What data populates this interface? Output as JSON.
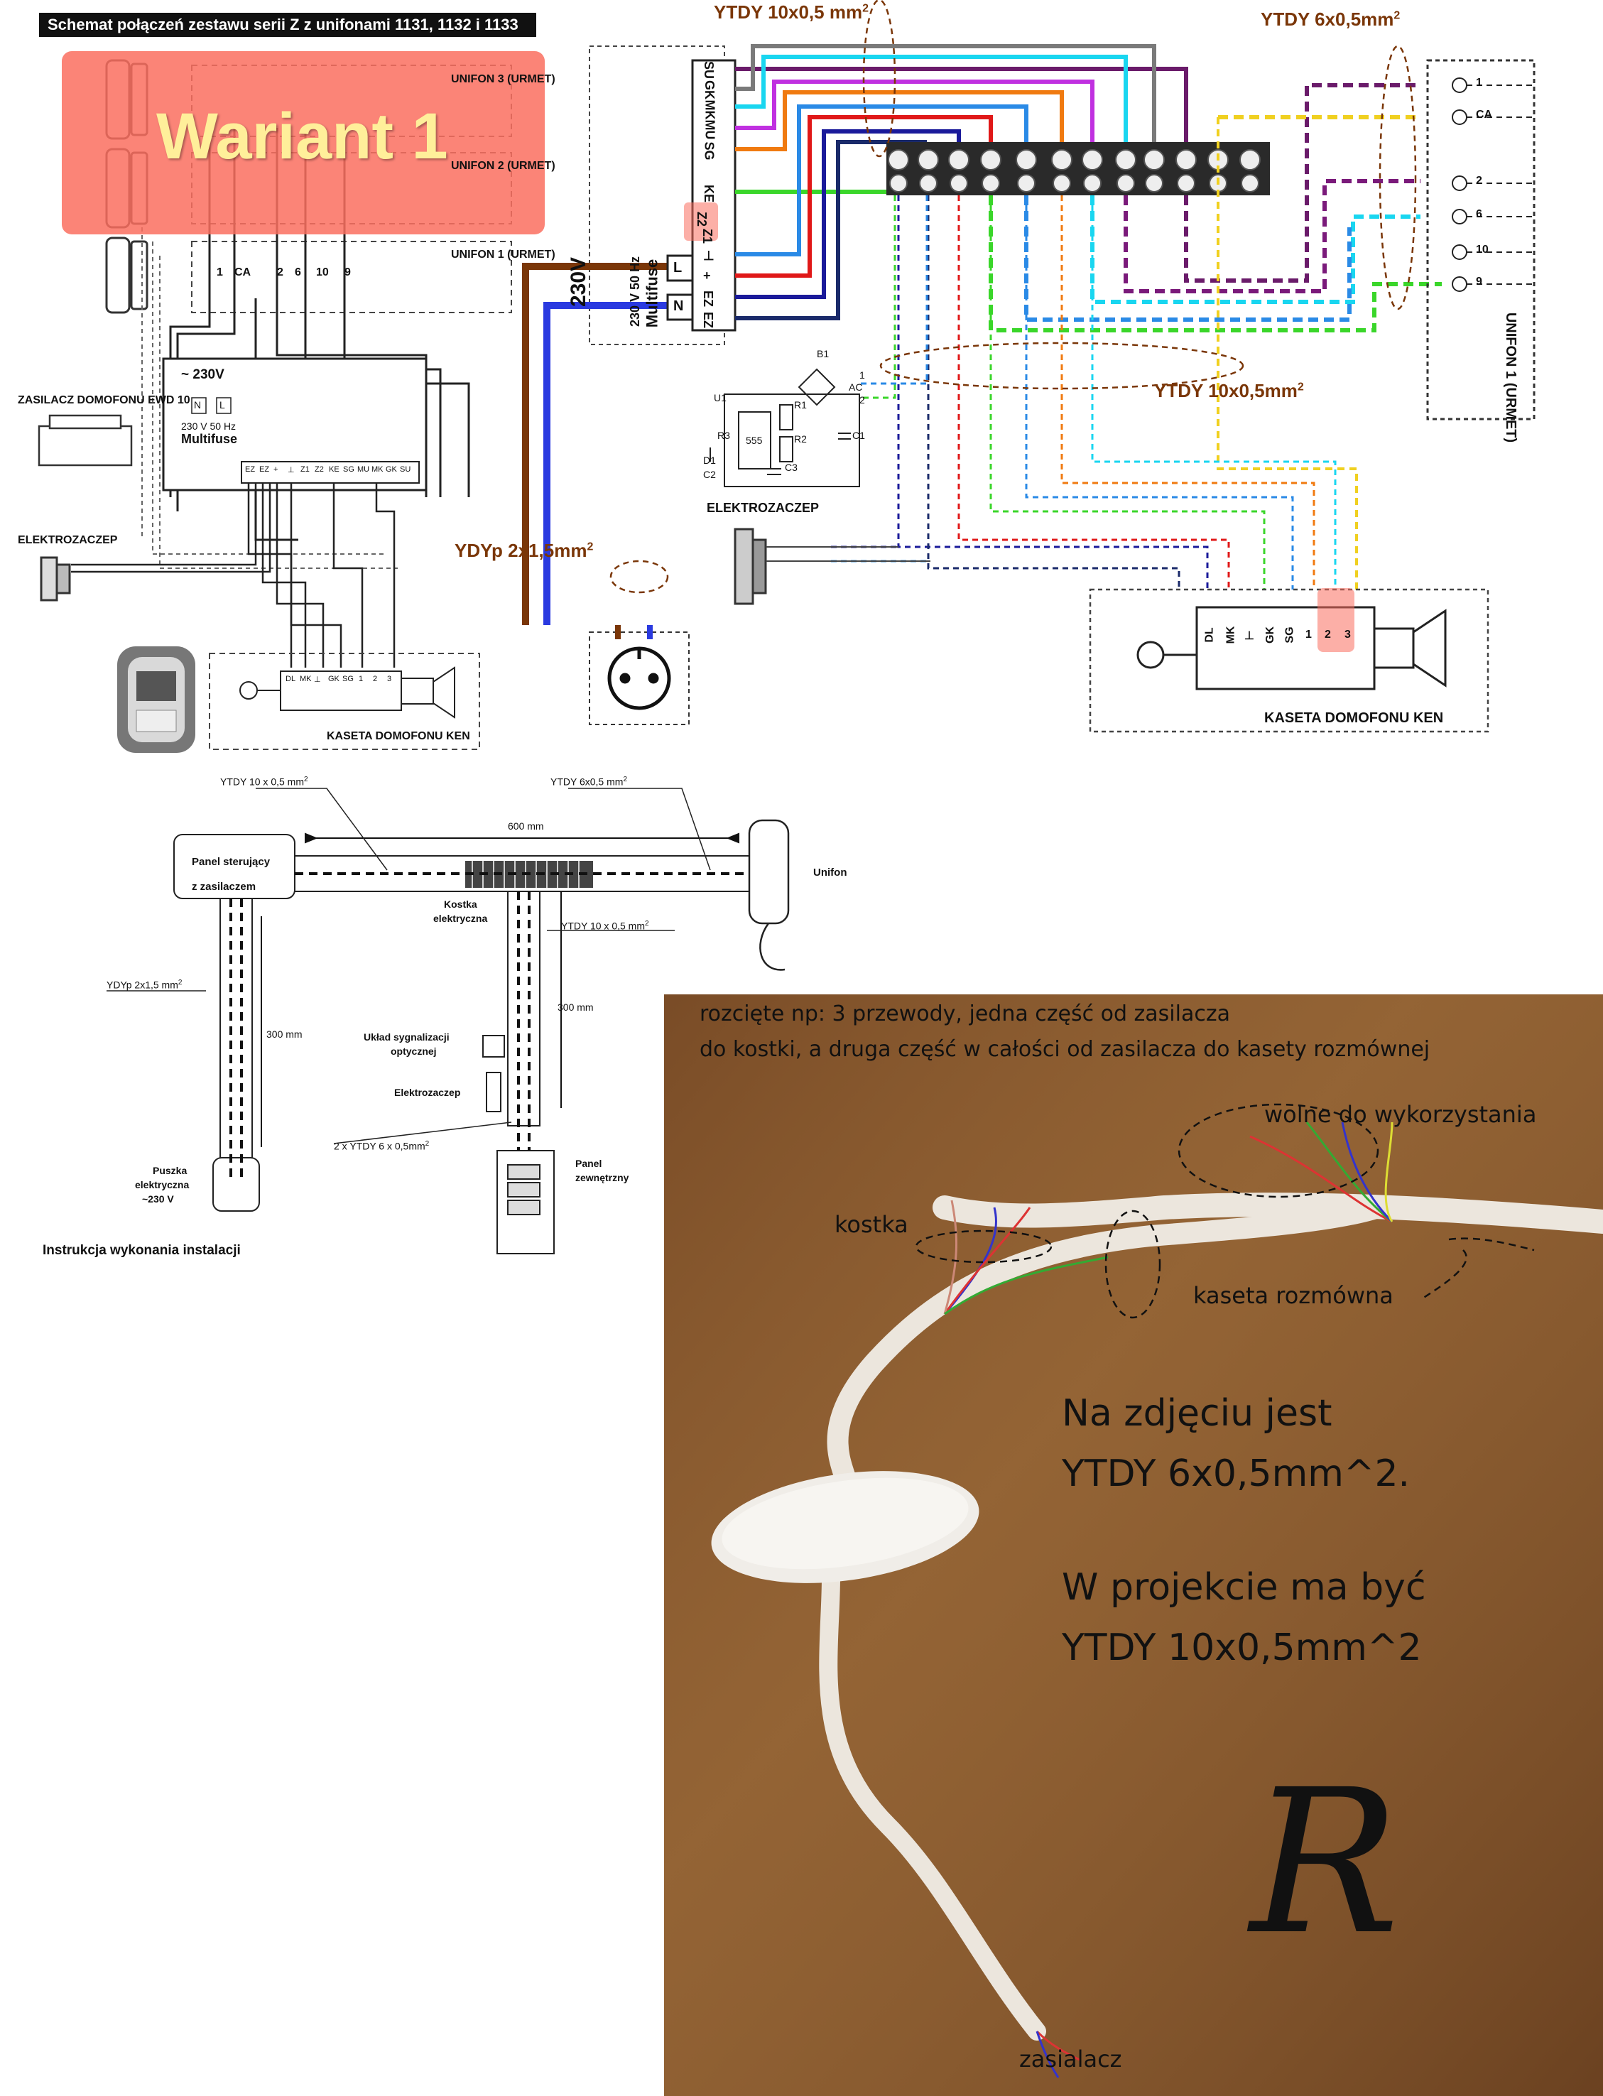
{
  "top_left": {
    "title": "Schemat połączeń zestawu serii Z z unifonami 1131, 1132 i 1133",
    "variant_label": "Wariant 1",
    "unifon3": "UNIFON 3 (URMET)",
    "unifon2": "UNIFON 2 (URMET)",
    "unifon1": "UNIFON 1 (URMET)",
    "terminal_labels": [
      "1",
      "CA",
      "2",
      "6",
      "10",
      "9"
    ],
    "zasilacz": "ZASILACZ DOMOFONU EWD 10",
    "power_tilde": "~ 230V",
    "power_nl": [
      "N",
      "L"
    ],
    "power_spec": "230 V 50 Hz",
    "power_multifuse": "Multifuse",
    "supply_terminals": [
      "EZ",
      "EZ",
      "+",
      "⊥",
      "Z1",
      "Z2",
      "KE",
      "SG",
      "MU",
      "MK",
      "GK",
      "SU"
    ],
    "elektrozaczep": "ELEKTROZACZEP",
    "kaseta": "KASETA DOMOFONU KEN",
    "kaseta_terminals": [
      "DL",
      "MK",
      "⊥",
      "GK",
      "SG",
      "1",
      "2",
      "3"
    ]
  },
  "top_right": {
    "ytdy10_top": "YTDY 10x0,5 mm",
    "ytdy6": "YTDY 6x0,5mm",
    "ytdy10_mid": "YTDY 10x0,5mm",
    "ydyp": "YDYp 2x1,5mm",
    "superscript": "2",
    "supply_terminals": [
      "SU",
      "GK",
      "MK",
      "MU",
      "SG",
      "KE",
      "Z2",
      "Z1",
      "⊥",
      "+",
      "EZ",
      "EZ"
    ],
    "supply_230": "230V",
    "supply_nl": [
      "L",
      "N"
    ],
    "supply_spec": "230 V 50 Hz",
    "supply_multifuse": "Multifuse",
    "unifon1": "UNIFON 1 (URMET)",
    "unifon_terminals": [
      "1",
      "CA",
      "2",
      "6",
      "10",
      "9"
    ],
    "elektrozaczep": "ELEKTROZACZEP",
    "circuit_labels": [
      "B1",
      "U1",
      "R1",
      "R2",
      "R3",
      "C1",
      "C2",
      "C3",
      "D1",
      "555",
      "AC",
      "1",
      "2"
    ],
    "kaseta": "KASETA DOMOFONU KEN",
    "kaseta_terminals": [
      "DL",
      "MK",
      "⊥",
      "GK",
      "SG",
      "1",
      "2",
      "3"
    ]
  },
  "install": {
    "ytdy10_top": "YTDY 10 x 0,5 mm",
    "ytdy6_top": "YTDY 6x0,5 mm",
    "superscript": "2",
    "distance_600": "600 mm",
    "panel_line1": "Panel sterujący",
    "panel_line2": "z zasilaczem",
    "kostka_line1": "Kostka",
    "kostka_line2": "elektryczna",
    "unifon": "Unifon",
    "ytdy10_mid": "YTDY 10 x 0,5 mm",
    "ydyp": "YDYp 2x1,5 mm",
    "distance_300_left": "300 mm",
    "distance_300_right": "300 mm",
    "uklad_line1": "Układ sygnalizacji",
    "uklad_line2": "optycznej",
    "elektrozaczep": "Elektrozaczep",
    "ytdy6_bottom": "2 x YTDY   6 x 0,5mm",
    "puszka_line1": "Puszka",
    "puszka_line2": "elektryczna",
    "puszka_line3": "~230 V",
    "panel_zew_line1": "Panel",
    "panel_zew_line2": "zewnętrzny",
    "caption": "Instrukcja wykonania instalacji"
  },
  "photo": {
    "note_line1": "rozcięte np: 3 przewody, jedna część od zasilacza",
    "note_line2": "do kostki, a druga część w całości od zasilacza do kasety rozmównej",
    "wolne": "wolne do wykorzystania",
    "kostka": "kostka",
    "kaseta": "kaseta rozmówna",
    "big_line1": "Na zdjęciu jest",
    "big_line2": "YTDY 6x0,5mm^2.",
    "big_line3": "W projekcie ma być",
    "big_line4": "YTDY 10x0,5mm^2",
    "zasilacz": "zasialacz",
    "monogram": "R"
  },
  "wire_colors": {
    "SU": "#6a1b6a",
    "GK": "#7a7a7a",
    "MK": "#19d6f0",
    "MU": "#c030e0",
    "SG": "#f07a10",
    "KE": "#3ad62a",
    "Z1": "#2a8ae6",
    "plus": "#e01818",
    "EZ1": "#1a1a9a",
    "EZ2": "#1a2a6a",
    "brown": "#7a3608",
    "blue": "#2a3ae0",
    "yellow": "#f0d020"
  }
}
